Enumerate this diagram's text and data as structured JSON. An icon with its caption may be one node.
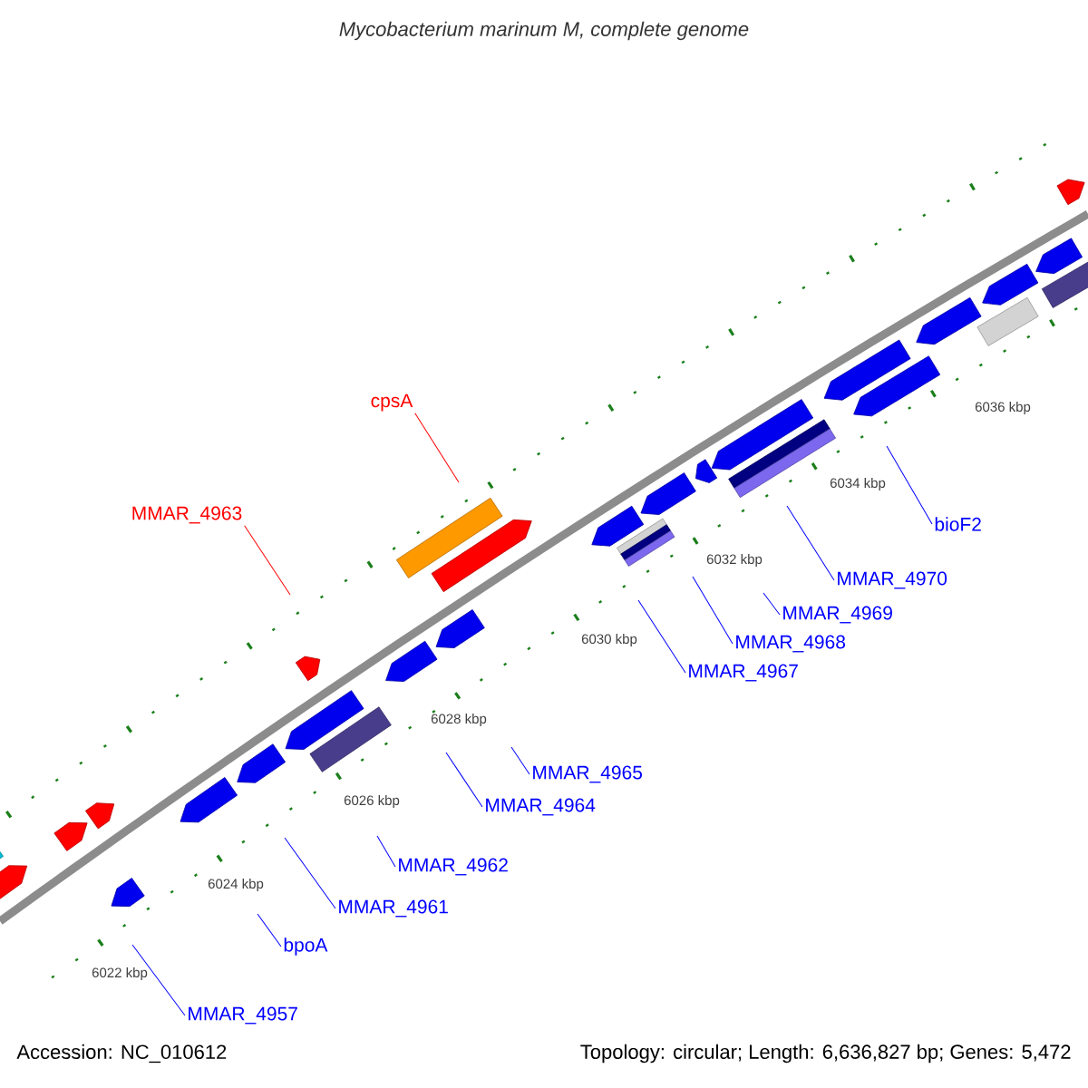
{
  "diagram": {
    "title": "Mycobacterium marinum M, complete genome",
    "nodes": [
      {
        "text": [
          "cpsA"
        ]
      },
      {
        "text": [
          "MMAR_4963"
        ]
      },
      {
        "text": [
          "bioF2"
        ]
      },
      {
        "text": [
          "MMAR_4970"
        ]
      },
      {
        "text": [
          "MMAR_4969"
        ]
      },
      {
        "text": [
          "MMAR_4968"
        ]
      },
      {
        "text": [
          "MMAR_4967"
        ]
      },
      {
        "text": [
          "MMAR_4965"
        ]
      },
      {
        "text": [
          "MMAR_4964"
        ]
      },
      {
        "text": [
          "MMAR_4962"
        ]
      },
      {
        "text": [
          "MMAR_4961"
        ]
      },
      {
        "text": [
          "bpoA"
        ]
      },
      {
        "text": [
          "MMAR_4957"
        ]
      }
    ],
    "edges": [
      {
        "from": 0,
        "to": null,
        "arrow": "none",
        "color": "#ff0000"
      },
      {
        "from": 1,
        "to": null,
        "arrow": "none",
        "color": "#ff0000"
      },
      {
        "from": 2,
        "to": null,
        "arrow": "none"
      },
      {
        "from": 3,
        "to": null,
        "arrow": "none"
      },
      {
        "from": 4,
        "to": null,
        "arrow": "none"
      },
      {
        "from": 5,
        "to": null,
        "arrow": "none"
      },
      {
        "from": 6,
        "to": null,
        "arrow": "none"
      },
      {
        "from": 7,
        "to": null,
        "arrow": "none"
      },
      {
        "from": 8,
        "to": null,
        "arrow": "none"
      },
      {
        "from": 9,
        "to": null,
        "arrow": "none"
      },
      {
        "from": 10,
        "to": null,
        "arrow": "none"
      },
      {
        "from": 11,
        "to": null,
        "arrow": "none"
      },
      {
        "from": 12,
        "to": null,
        "arrow": "none"
      }
    ],
    "labels": [
      "6036 kbp",
      "6034 kbp",
      "6032 kbp",
      "6030 kbp",
      "6028 kbp",
      "6026 kbp",
      "6024 kbp",
      "6022 kbp",
      "Accession: NC_010612",
      "Topology: circular; Length: 6,636,827 bp; Genes: 5,472"
    ]
  }
}
